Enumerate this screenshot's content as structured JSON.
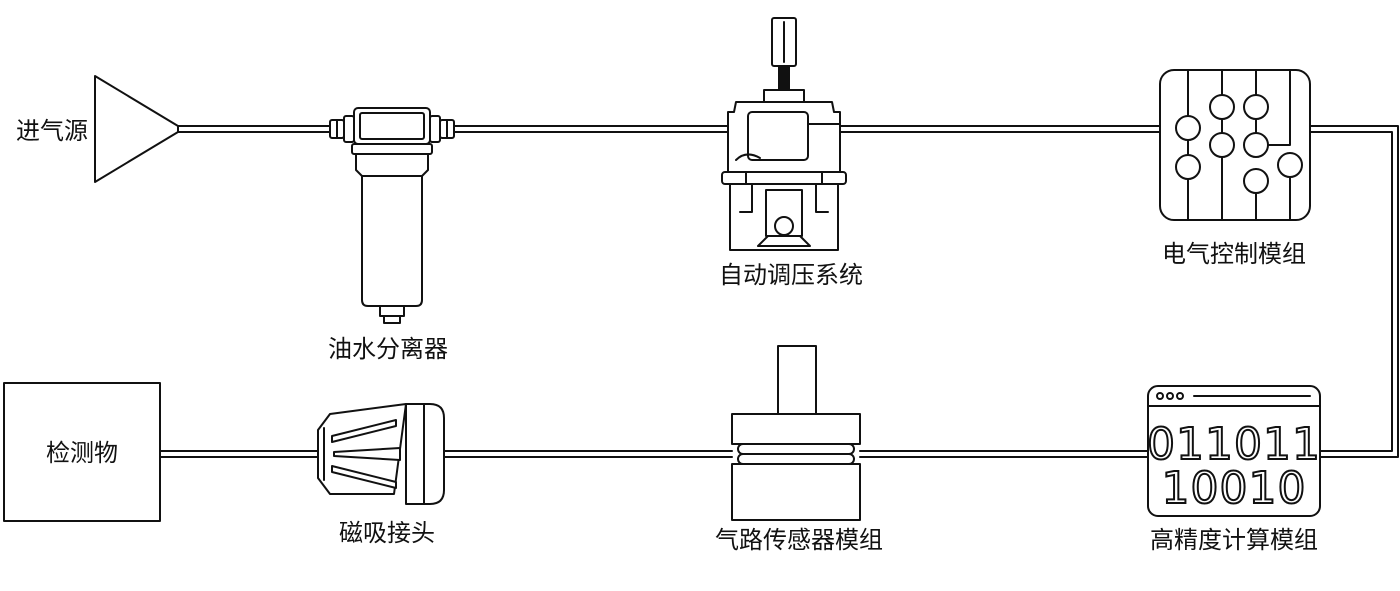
{
  "diagram": {
    "nodes": {
      "air_source": "进气源",
      "oil_water_separator": "油水分离器",
      "auto_pressure_regulation": "自动调压系统",
      "electro_pneumatic_control": "电气控制模组",
      "high_precision_computing": "高精度计算模组",
      "air_path_sensor": "气路传感器模组",
      "magnetic_connector": "磁吸接头",
      "test_object": "检测物"
    },
    "binary_display": [
      "011011",
      "10010"
    ]
  },
  "colors": {
    "stroke": "#111111",
    "background": "#ffffff"
  }
}
